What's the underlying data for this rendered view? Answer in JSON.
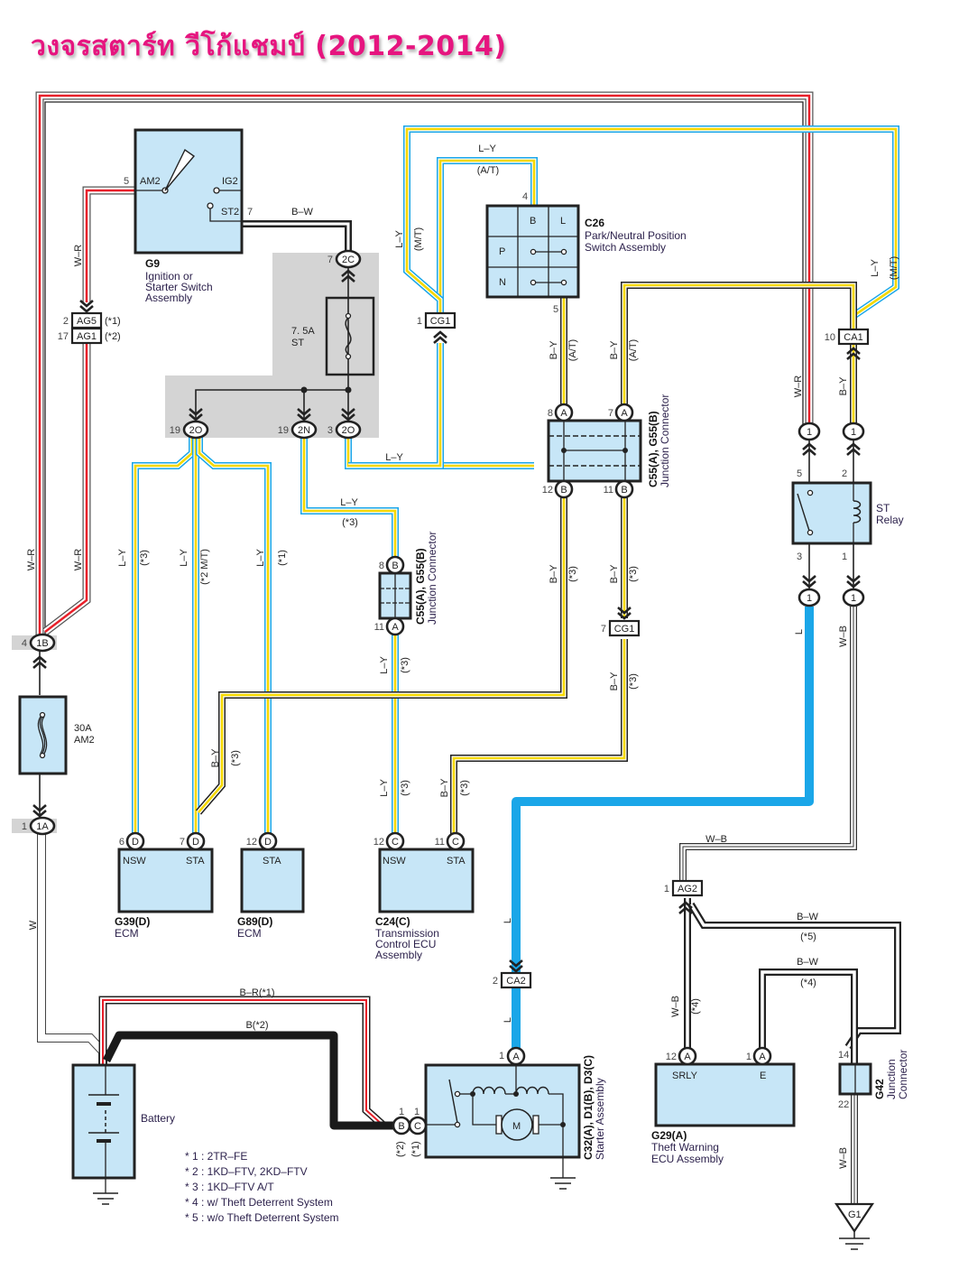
{
  "title": "วงจรสตาร์ท วีโก้แชมป์ (2012-2014)",
  "colors": {
    "title": "#e6157f",
    "component_fill": "#c7e6f7",
    "wire_blue": "#1aa6e8",
    "wire_yellow": "#f5d800",
    "wire_red": "#e8202a",
    "wire_black": "#222222",
    "splice_box": "#d4d4d4"
  },
  "components": {
    "g9": {
      "code": "G9",
      "name_lines": [
        "Ignition or",
        "Starter Switch",
        "Assembly"
      ],
      "terminals": {
        "am2": "AM2",
        "ig2": "IG2",
        "st2": "ST2"
      },
      "pin_am2": "5",
      "pin_st2": "7"
    },
    "c26": {
      "code": "C26",
      "name_lines": [
        "Park/Neutral Position",
        "Switch Assembly"
      ],
      "cols": [
        "B",
        "L"
      ],
      "rows": [
        "P",
        "N"
      ],
      "pin_top": "4",
      "pin_bottom": "5"
    },
    "fuse_st": {
      "rating": "7. 5A",
      "name": "ST"
    },
    "fuse_am2": {
      "rating": "30A",
      "name": "AM2"
    },
    "jc_c55_right": {
      "name_lines": [
        "C55(A), G55(B)",
        "Junction Connector"
      ],
      "pins": [
        "8",
        "7",
        "12",
        "11"
      ],
      "letters": [
        "A",
        "A",
        "B",
        "B"
      ]
    },
    "jc_c55_left": {
      "name_lines": [
        "C55(A), G55(B)",
        "Junction Connector"
      ],
      "pins": [
        "8",
        "11"
      ],
      "letters": [
        "B",
        "A"
      ]
    },
    "st_relay": {
      "name_lines": [
        "ST",
        "Relay"
      ],
      "pins": [
        "5",
        "2",
        "3",
        "1"
      ]
    },
    "g39": {
      "code": "G39(D)",
      "name": "ECM",
      "terminals": [
        "NSW",
        "STA"
      ],
      "pins": [
        "6",
        "7"
      ],
      "letter": "D"
    },
    "g89": {
      "code": "G89(D)",
      "name": "ECM",
      "terminals": [
        "STA"
      ],
      "pins": [
        "12"
      ],
      "letter": "D"
    },
    "c24": {
      "code": "C24(C)",
      "name_lines": [
        "Transmission",
        "Control ECU",
        "Assembly"
      ],
      "terminals": [
        "NSW",
        "STA"
      ],
      "pins": [
        "12",
        "11"
      ],
      "letter": "C"
    },
    "g29": {
      "code": "G29(A)",
      "name_lines": [
        "Theft Warning",
        "ECU Assembly"
      ],
      "terminals": [
        "SRLY",
        "E"
      ],
      "pins": [
        "12",
        "1"
      ],
      "letter": "A"
    },
    "g42": {
      "code": "G42",
      "name_lines": [
        "Junction",
        "Connector"
      ],
      "pins": [
        "14",
        "22"
      ]
    },
    "starter": {
      "name_lines": [
        "C32(A), D1(B), D3(C)",
        "Starter Assembly"
      ],
      "motor": "M",
      "pin_a": "1",
      "letter_a": "A",
      "pins_bc": [
        "1",
        "1"
      ],
      "letters_bc": [
        "B",
        "C"
      ],
      "notes_bc": [
        "(*2)",
        "(*1)"
      ]
    },
    "battery": {
      "name": "Battery"
    },
    "ground": {
      "name": "G1"
    }
  },
  "connectors": {
    "ag5": {
      "pin": "2",
      "code": "AG5",
      "note": "(*1)"
    },
    "ag1": {
      "pin": "17",
      "code": "AG1",
      "note": "(*2)"
    },
    "cg1_top": {
      "pin": "1",
      "code": "CG1"
    },
    "cg1_mid": {
      "pin": "7",
      "code": "CG1"
    },
    "ca1": {
      "pin": "10",
      "code": "CA1"
    },
    "ca2": {
      "pin": "2",
      "code": "CA2"
    },
    "ag2": {
      "pin": "1",
      "code": "AG2"
    },
    "c2c": {
      "pin": "7",
      "code": "2C"
    },
    "c2o_a": {
      "pin": "19",
      "code": "2O"
    },
    "c2n": {
      "pin": "19",
      "code": "2N"
    },
    "c2o_b": {
      "pin": "3",
      "code": "2O"
    },
    "c1b": {
      "pin": "4",
      "code": "1B"
    },
    "c1a": {
      "pin": "1",
      "code": "1A"
    },
    "relay_in_1": {
      "code": "1"
    },
    "relay_in_2": {
      "code": "1"
    },
    "relay_out_1": {
      "code": "1"
    },
    "relay_out_2": {
      "code": "1"
    }
  },
  "wire_labels": {
    "wr": "W–R",
    "bw": "B–W",
    "ly": "L–Y",
    "by": "B–Y",
    "l": "L",
    "wb": "W–B",
    "w": "W",
    "at": "(A/T)",
    "mt": "(M/T)",
    "n1": "(*1)",
    "n2mt": "(*2 M/T)",
    "n3": "(*3)",
    "n4": "(*4)",
    "n5": "(*5)",
    "br1": "B–R(*1)",
    "b2": "B(*2)"
  },
  "notes": [
    "* 1 : 2TR–FE",
    "* 2 : 1KD–FTV,  2KD–FTV",
    "* 3 : 1KD–FTV A/T",
    "* 4 : w/ Theft Deterrent System",
    "* 5 : w/o Theft Deterrent System"
  ]
}
